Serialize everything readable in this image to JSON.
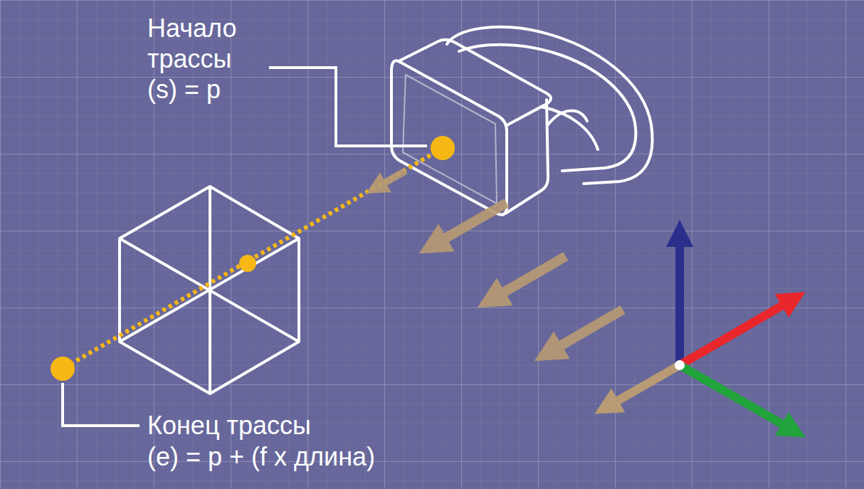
{
  "diagram": {
    "labels": [
      "Начало трассы",
      "(s) = p",
      "Конец трассы",
      "(e) = p + (f x длина)"
    ]
  }
}
